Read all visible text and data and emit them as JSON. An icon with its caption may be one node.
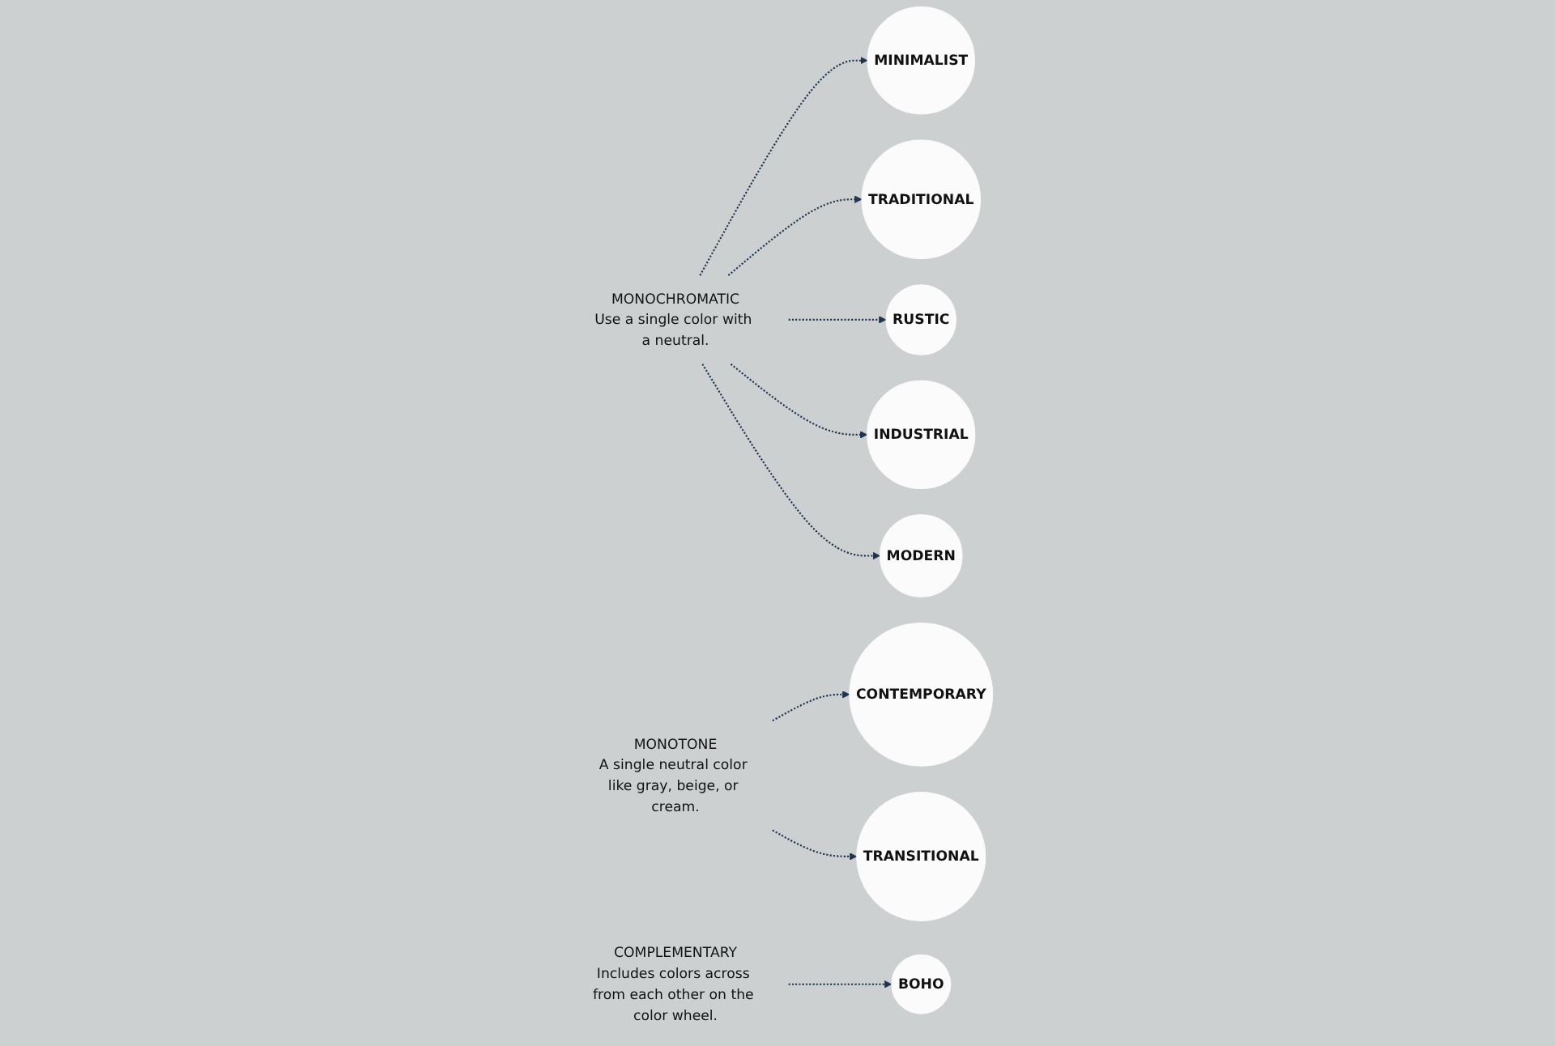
{
  "diagram": {
    "nodes": [
      {
        "text": [
          "MINIMALIST"
        ]
      },
      {
        "text": [
          "TRADITIONAL"
        ]
      },
      {
        "text": [
          "RUSTIC"
        ]
      },
      {
        "text": [
          "MONOCHROMATIC",
          "Use a single color with a neutral."
        ]
      },
      {
        "text": [
          "CONTEMPORARY"
        ]
      },
      {
        "text": [
          "INDUSTRIAL"
        ]
      },
      {
        "text": [
          "MODERN"
        ]
      },
      {
        "text": [
          "MONOTONE",
          "A single neutral color like gray, beige, or cream."
        ]
      },
      {
        "text": [
          "COMPLEMENTARY",
          "Includes colors across from each other on the color wheel."
        ]
      },
      {
        "text": [
          "BOHO"
        ]
      },
      {
        "text": [
          "TRANSITIONAL"
        ]
      }
    ],
    "edges": [
      {
        "from": 3,
        "to": 0,
        "arrow": "to",
        "style": "dashed"
      },
      {
        "from": 3,
        "to": 1,
        "arrow": "to",
        "style": "dashed"
      },
      {
        "from": 3,
        "to": 2,
        "arrow": "to",
        "style": "dashed"
      },
      {
        "from": 3,
        "to": 5,
        "arrow": "to",
        "style": "dashed"
      },
      {
        "from": 3,
        "to": 6,
        "arrow": "to",
        "style": "dashed"
      },
      {
        "from": 7,
        "to": 4,
        "arrow": "to",
        "style": "dashed"
      },
      {
        "from": 7,
        "to": 10,
        "arrow": "to",
        "style": "dashed"
      },
      {
        "from": 8,
        "to": 9,
        "arrow": "to",
        "style": "dashed"
      }
    ]
  }
}
